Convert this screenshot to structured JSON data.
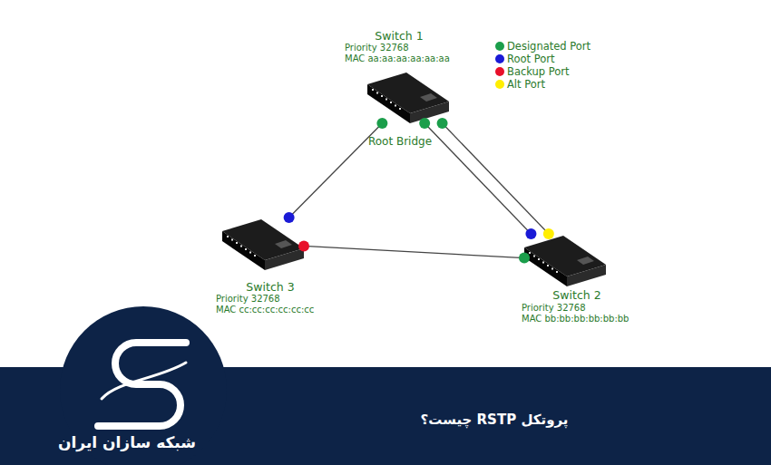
{
  "diagram": {
    "title": "پروتکل RSTP چیست؟",
    "nodes": [
      {
        "text": [
          "Switch 1",
          "Priority 32768",
          "MAC aa:aa:aa:aa:aa:aa",
          "Root Bridge"
        ]
      },
      {
        "text": [
          "Switch 3",
          "Priority 32768",
          "MAC cc:cc:cc:cc:cc:cc"
        ]
      },
      {
        "text": [
          "Switch 2",
          "Priority 32768",
          "MAC bb:bb:bb:bb:bb:bb"
        ]
      }
    ],
    "edges": [
      {
        "from": 0,
        "to": 1,
        "arrow": "none"
      },
      {
        "from": 1,
        "to": 2,
        "arrow": "none"
      },
      {
        "from": 0,
        "to": 2,
        "arrow": "none"
      },
      {
        "from": 0,
        "to": 2,
        "arrow": "none"
      }
    ],
    "labels": [
      "شبکه سازان ایران"
    ],
    "legend": [
      {
        "text": "Designated Port",
        "color": "#1b9e4b"
      },
      {
        "text": "Root Port",
        "color": "#1a1ad6"
      },
      {
        "text": "Backup Port",
        "color": "#e8102a"
      },
      {
        "text": "Alt Port",
        "color": "#ffee00"
      }
    ]
  }
}
